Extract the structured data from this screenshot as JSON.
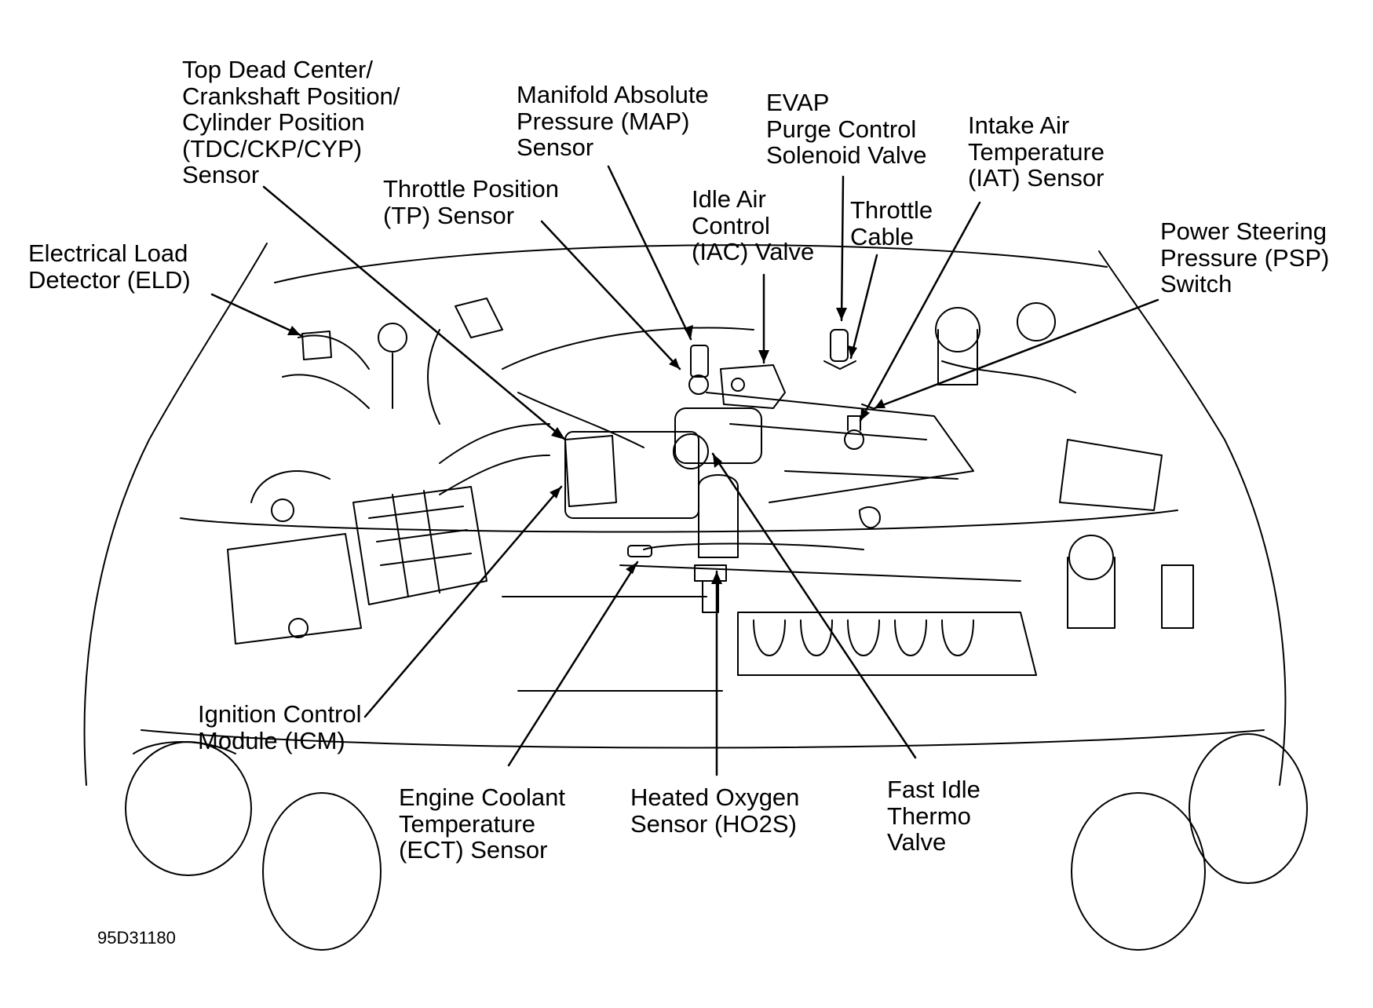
{
  "colors": {
    "ink": "#000000",
    "paper": "#ffffff"
  },
  "labels": {
    "tdc": [
      "Top Dead Center/",
      "Crankshaft Position/",
      "Cylinder Position",
      "(TDC/CKP/CYP)",
      "Sensor"
    ],
    "map": [
      "Manifold Absolute",
      "Pressure (MAP)",
      "Sensor"
    ],
    "evap": [
      "EVAP",
      "Purge Control",
      "Solenoid Valve"
    ],
    "iat": [
      "Intake Air",
      "Temperature",
      "(IAT) Sensor"
    ],
    "tp": [
      "Throttle Position",
      "(TP) Sensor"
    ],
    "iac": [
      "Idle Air",
      "Control",
      "(IAC) Valve"
    ],
    "cable": [
      "Throttle",
      "Cable"
    ],
    "psp": [
      "Power Steering",
      "Pressure (PSP)",
      "Switch"
    ],
    "eld": [
      "Electrical Load",
      "Detector (ELD)"
    ],
    "icm": [
      "Ignition Control",
      "Module (ICM)"
    ],
    "ect": [
      "Engine Coolant",
      "Temperature",
      "(ECT) Sensor"
    ],
    "ho2s": [
      "Heated Oxygen",
      "Sensor (HO2S)"
    ],
    "fitv": [
      "Fast Idle",
      "Thermo",
      "Valve"
    ]
  },
  "figure_code": "95D31180"
}
